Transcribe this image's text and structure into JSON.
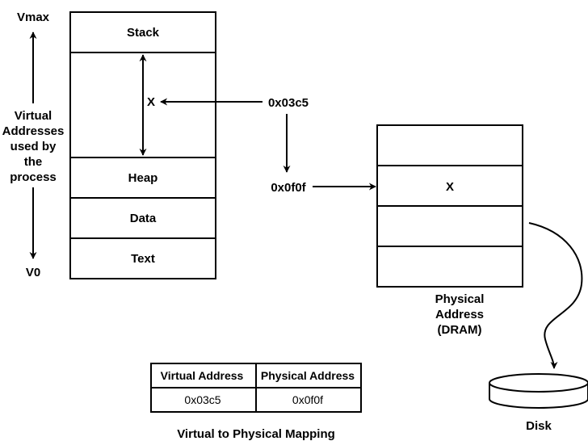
{
  "virtual_space": {
    "top_label": "Vmax",
    "bottom_label": "V0",
    "side_label_lines": [
      "Virtual",
      "Addresses",
      "used by",
      "the",
      "process"
    ],
    "segments": {
      "stack": "Stack",
      "heap": "Heap",
      "data": "Data",
      "text": "Text"
    },
    "entry_label": "X"
  },
  "addresses": {
    "virtual": "0x03c5",
    "physical": "0x0f0f"
  },
  "physical_memory": {
    "entry_label": "X",
    "caption_lines": [
      "Physical",
      "Address",
      "(DRAM)"
    ]
  },
  "disk": {
    "label": "Disk"
  },
  "mapping_table": {
    "headers": [
      "Virtual Address",
      "Physical Address"
    ],
    "row": [
      "0x03c5",
      "0x0f0f"
    ],
    "caption": "Virtual to Physical Mapping"
  }
}
